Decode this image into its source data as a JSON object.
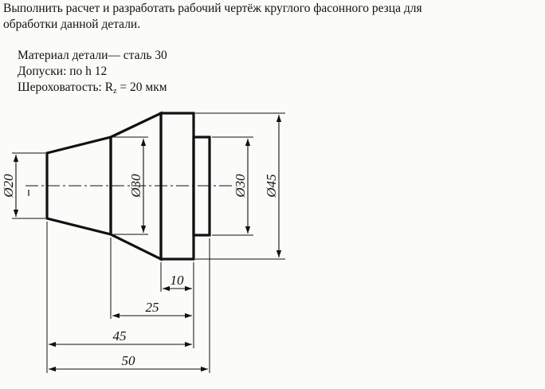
{
  "task": {
    "line1": "Выполнить расчет и разработать рабочий чертёж круглого    фасонного резца для",
    "line2": "обработки данной детали."
  },
  "properties": {
    "material": "Материал детали— сталь 30",
    "tolerances": "Допуски: по  h 12",
    "roughness_label": "Шероховатость:  R",
    "roughness_sub": "z",
    "roughness_value": " = 20 мкм"
  },
  "dimensions": {
    "d20": "Ø20",
    "d30_left": "Ø30",
    "d30_right": "Ø30",
    "d45": "Ø45",
    "l10": "10",
    "l25": "25",
    "l45": "45",
    "l50": "50"
  }
}
